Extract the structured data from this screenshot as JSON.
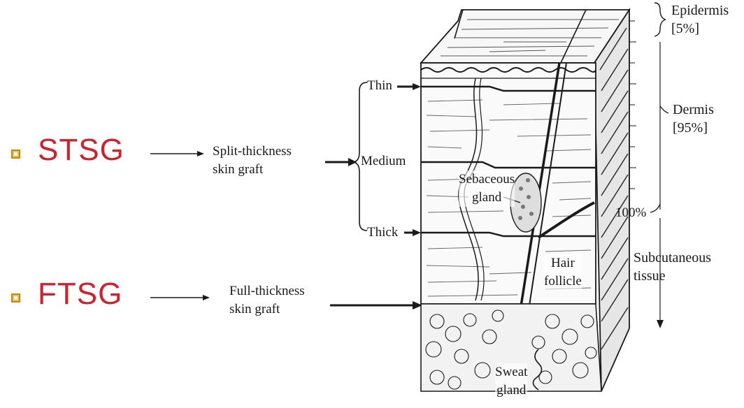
{
  "graft_types": [
    {
      "abbr": "STSG",
      "full": [
        "Split-thickness",
        "skin graft"
      ]
    },
    {
      "abbr": "FTSG",
      "full": [
        "Full-thickness",
        "skin graft"
      ]
    }
  ],
  "depths": {
    "thin": "Thin",
    "medium": "Medium",
    "thick": "Thick"
  },
  "inner_labels": {
    "sebaceous": [
      "Sebaceous",
      "gland"
    ],
    "hair": [
      "Hair",
      "follicle"
    ],
    "sweat": [
      "Sweat",
      "gland"
    ]
  },
  "layers": {
    "epidermis": {
      "name": "Epidermis",
      "pct": "[5%]"
    },
    "dermis": {
      "name": "Dermis",
      "pct": "[95%]"
    },
    "hundred": "100%",
    "subcutaneous": [
      "Subcutaneous",
      "tissue"
    ]
  },
  "colors": {
    "accent_red": "#d21f2b",
    "bullet_fill": "#f0c040",
    "ink": "#1a1a1a"
  }
}
